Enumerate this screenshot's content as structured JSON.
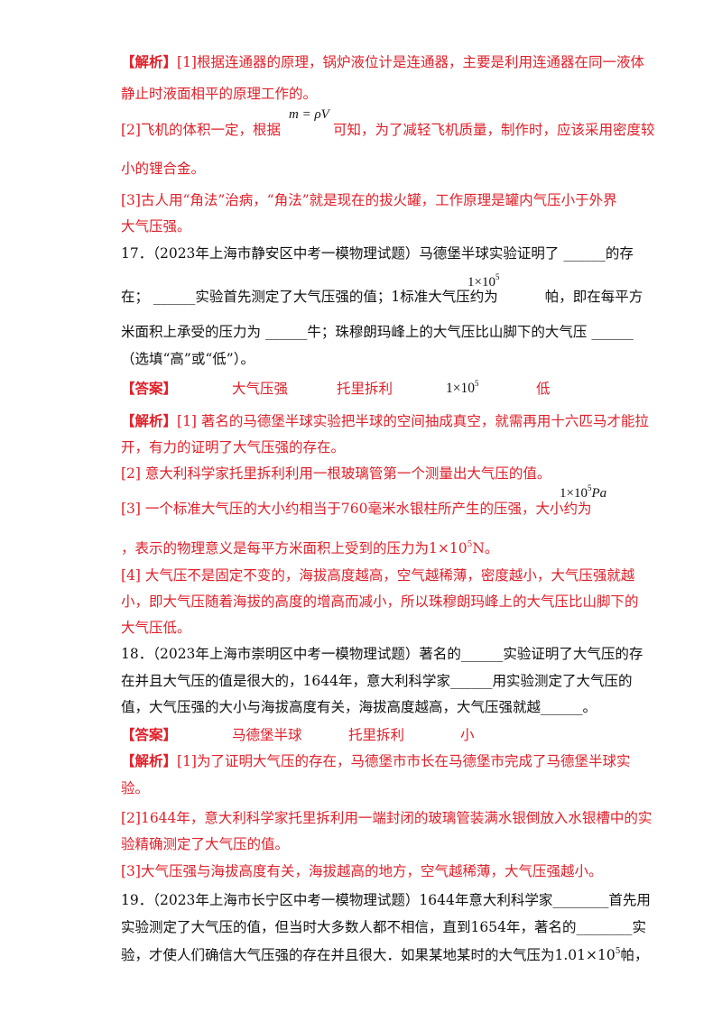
{
  "q16": {
    "jiexi_tag": "【解析】",
    "p1a": "[1]根据连通器的原理，锅炉液位计是连通器，主要是利用连通器在同一液体",
    "p1b": "静止时液面相平的原理工作的。",
    "p2a_pre": "[2]飞机的体积一定，根据",
    "p2a_formula": "m = ρV",
    "p2a_post": "可知，为了减轻飞机质量，制作时，应该采用密度较",
    "p2b": "小的锂合金。",
    "p3a": "[3]古人用“角法”治病，“角法”就是现在的拔火罐，工作原理是罐内气压小于外界",
    "p3b": "大气压强。"
  },
  "q17": {
    "stem1": "17．（2023年上海市静安区中考一模物理试题）马德堡半球实验证明了 ______的存",
    "stem2_pre": "在； ______实验首先测定了大气压强的值；1标准大气压约为",
    "stem2_formula": "1×10",
    "stem2_exp": "5",
    "stem2_post": "帕，即在每平方",
    "stem3": "米面积上承受的压力为 ______牛；珠穆朗玛峰上的大气压比山脚下的大气压 ______",
    "stem4": "（选填“高”或“低”）。",
    "answer_tag": "【答案】",
    "answers": [
      "大气压强",
      "托里拆利",
      "1×10",
      "低"
    ],
    "answer_exp": "5",
    "jiexi_tag": "【解析】",
    "e1a": "[1] 著名的马德堡半球实验把半球的空间抽成真空，就需再用十六匹马才能拉",
    "e1b": "开，有力的证明了大气压强的存在。",
    "e2": "[2] 意大利科学家托里拆利利用一根玻璃管第一个测量出大气压的值。",
    "e3a": "[3] 一个标准大气压的大小约相当于760毫米水银柱所产生的压强，大小约为",
    "e3_formula": "1×10",
    "e3_exp": "5",
    "e3_unit": "Pa",
    "e3b_pre": "，表示的物理意义是每平方米面积上受到的压力为1×10",
    "e3b_exp": "5",
    "e3b_post": "N。",
    "e4a": "[4] 大气压不是固定不变的，海拔高度越高，空气越稀薄，密度越小，大气压强就越",
    "e4b": "小，即大气压随着海拔的高度的增高而减小，所以珠穆朗玛峰上的大气压比山脚下的",
    "e4c": "大气压低。"
  },
  "q18": {
    "stem1": "18．（2023年上海市崇明区中考一模物理试题）著名的______实验证明了大气压的存",
    "stem2": "在并且大气压的值是很大的，1644年，意大利科学家______用实验测定了大气压的",
    "stem3": "值，大气压强的大小与海拔高度有关，海拔高度越高，大气压强就越______。",
    "answer_tag": "【答案】",
    "answers": [
      "马德堡半球",
      "托里拆利",
      "小"
    ],
    "jiexi_tag": "【解析】",
    "e1a": "[1]为了证明大气压的存在，马德堡市市长在马德堡市完成了马德堡半球实",
    "e1b": "验。",
    "e2a": "[2]1644年，意大利科学家托里拆利用一端封闭的玻璃管装满水银倒放入水银槽中的实",
    "e2b": "验精确测定了大气压的值。",
    "e3": "[3]大气压强与海拔高度有关，海拔越高的地方，空气越稀薄，大气压强越小。"
  },
  "q19": {
    "stem1": "19．（2023年上海市长宁区中考一模物理试题）1644年意大利科学家________首先用",
    "stem2": "实验测定了大气压的值，但当时大多数人都不相信，直到1654年，著名的________实",
    "stem3_pre": "验，才使人们确信大气压强的存在并且很大．如果某地某时的大气压为1.01×10",
    "stem3_exp": "5",
    "stem3_post": "帕，"
  }
}
